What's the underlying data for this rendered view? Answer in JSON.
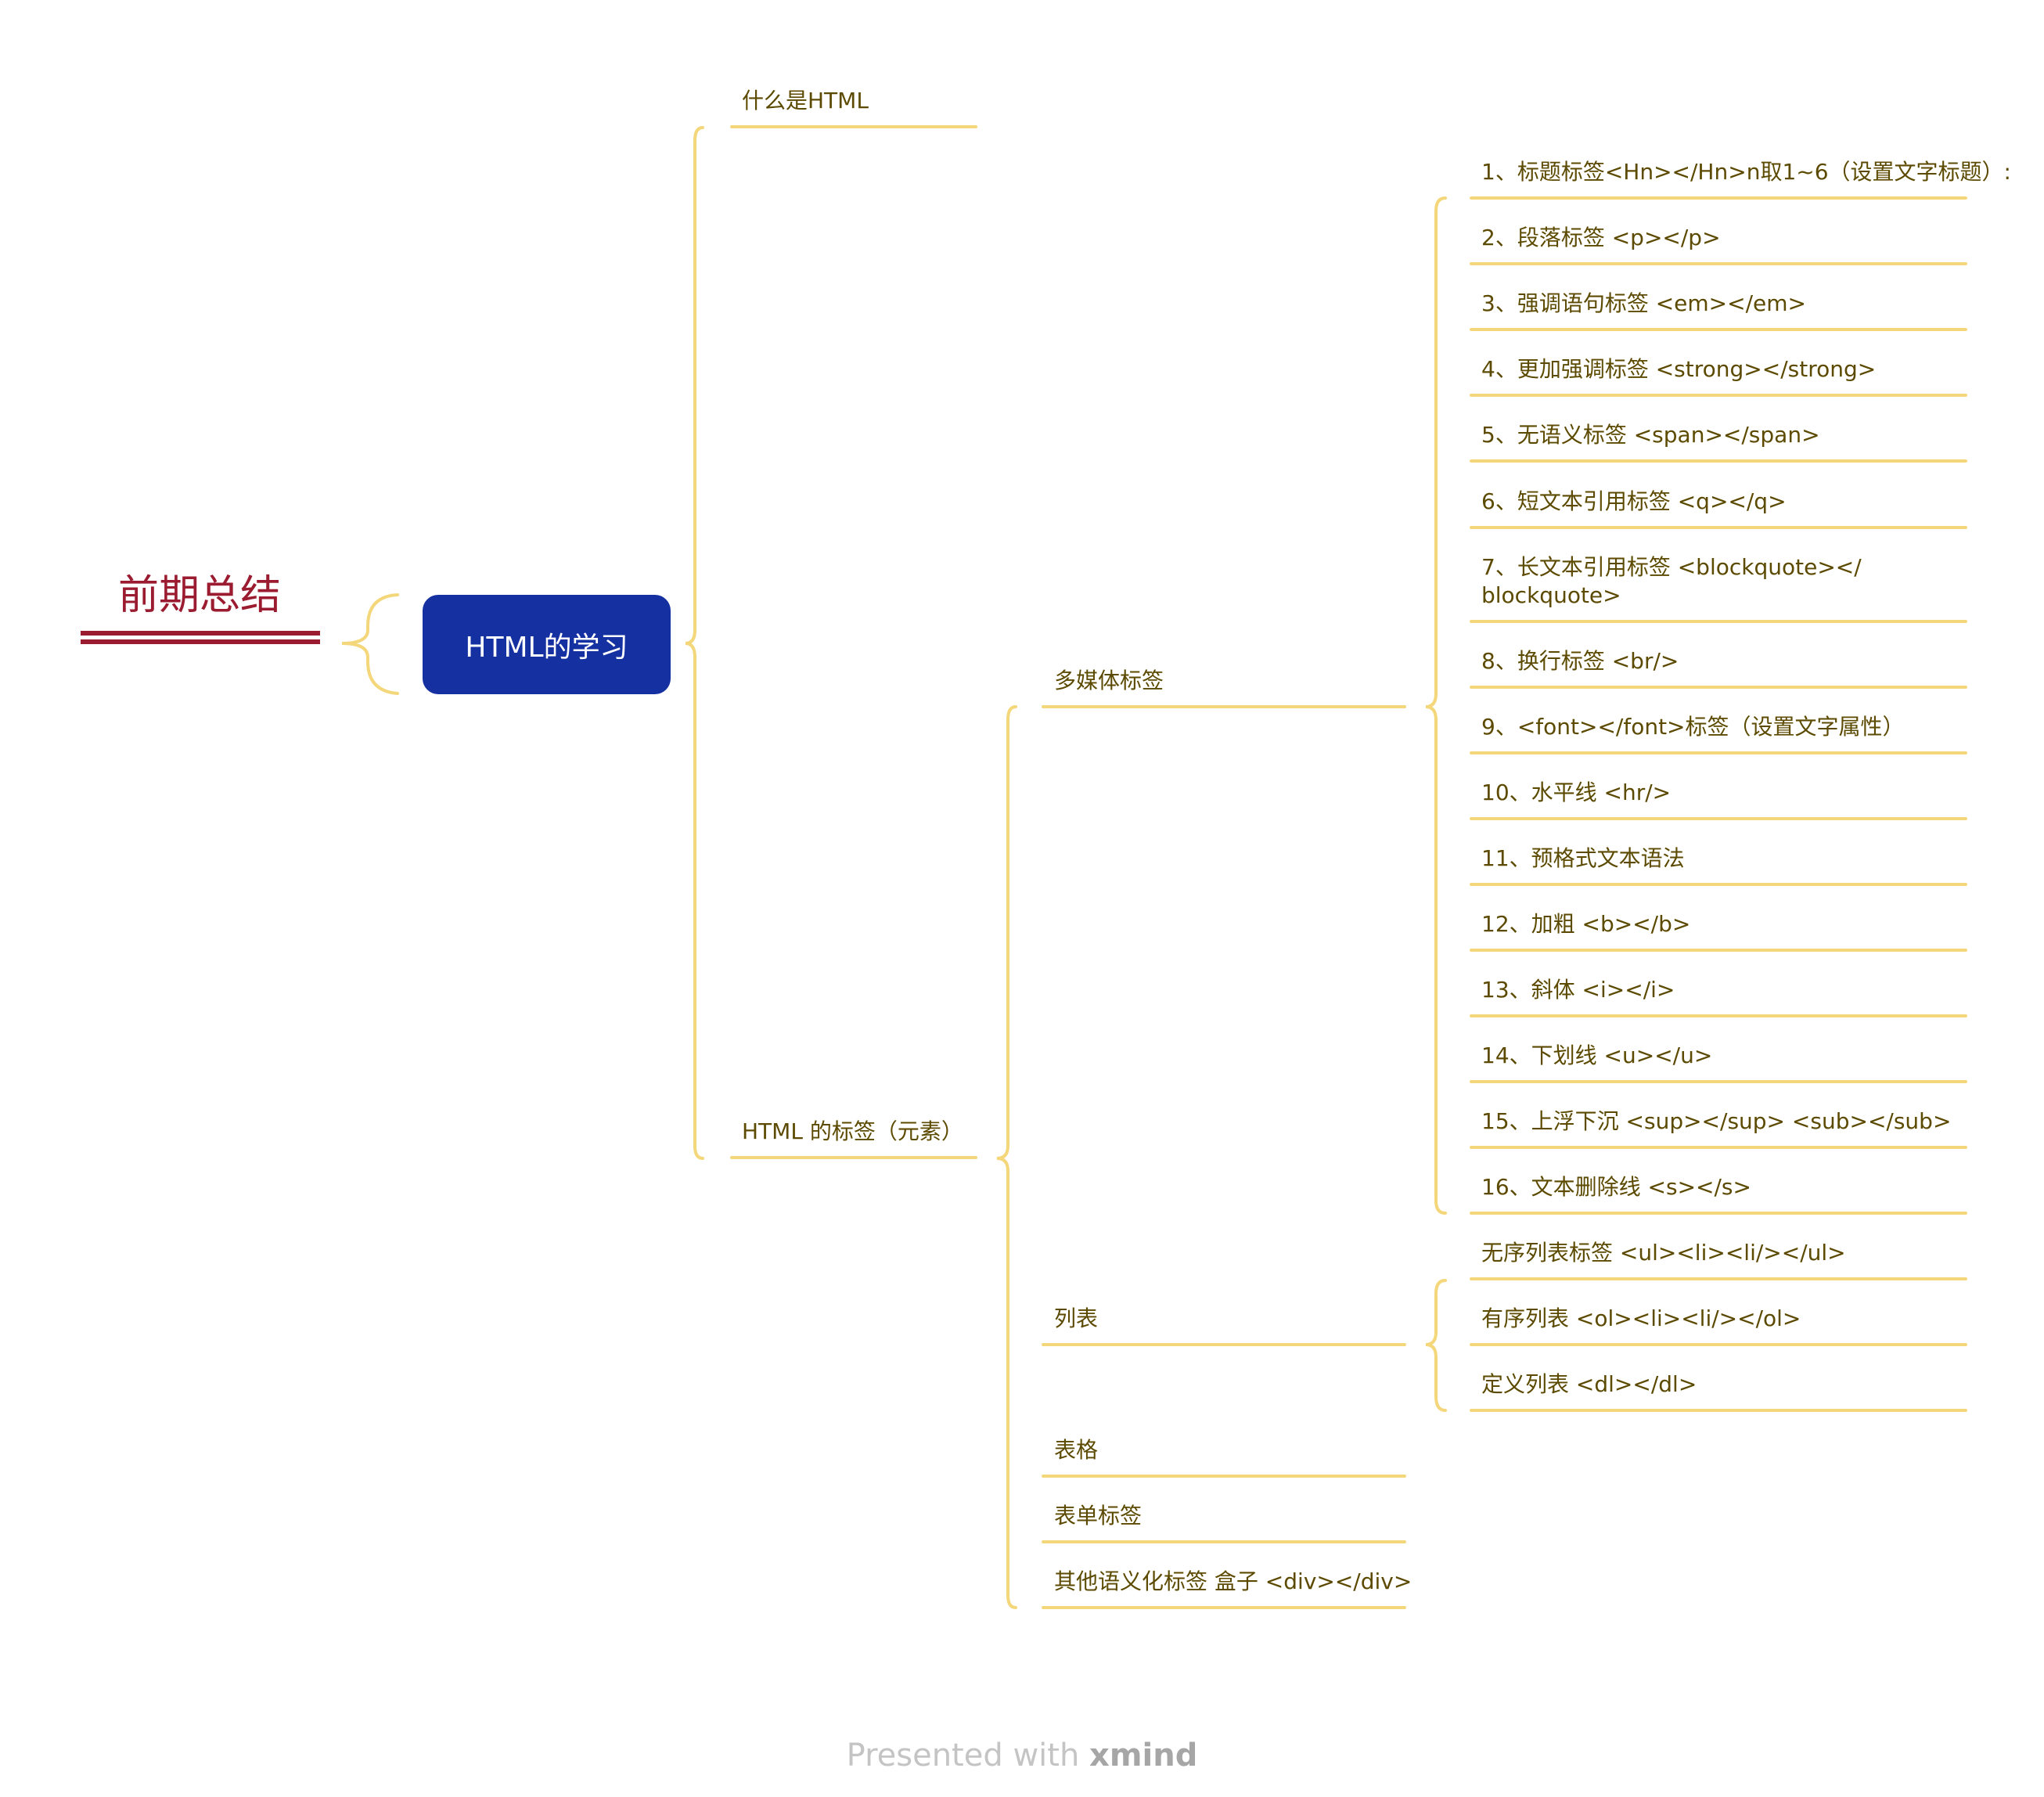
{
  "root": {
    "title": "前期总结"
  },
  "central": {
    "label": "HTML的学习"
  },
  "branches": {
    "what_is": "什么是HTML",
    "tags": "HTML 的标签（元素）"
  },
  "tag_groups": {
    "multimedia": "多媒体标签",
    "lists": "列表",
    "table": "表格",
    "form": "表单标签",
    "semantic": "其他语义化标签 盒子 <div></div>"
  },
  "multimedia_items": [
    "1、标题标签<Hn></Hn>n取1~6（设置文字标题）:",
    "2、段落标签 <p></p>",
    "3、强调语句标签 <em></em>",
    "4、更加强调标签 <strong></strong>",
    "5、无语义标签 <span></span>",
    "6、短文本引用标签 <q></q>",
    "7、长文本引用标签 <blockquote></ blockquote>",
    "8、换行标签 <br/>",
    "9、<font></font>标签（设置文字属性）",
    "10、水平线 <hr/>",
    "11、预格式文本语法",
    "12、加粗 <b></b>",
    "13、斜体 <i></i>",
    "14、下划线 <u></u>",
    "15、上浮下沉  <sup></sup> <sub></sub>",
    "16、文本删除线 <s></s>"
  ],
  "list_items": [
    " 无序列表标签 <ul><li><li/></ul>",
    "有序列表 <ol><li><li/></ol>",
    "定义列表 <dl></dl>"
  ],
  "watermark": {
    "prefix": "Presented with ",
    "brand": "xmind"
  },
  "colors": {
    "root": "#9b1b30",
    "central_fill": "#1530a0",
    "connector": "#f3d77a",
    "topic_text": "#5c4a00"
  }
}
